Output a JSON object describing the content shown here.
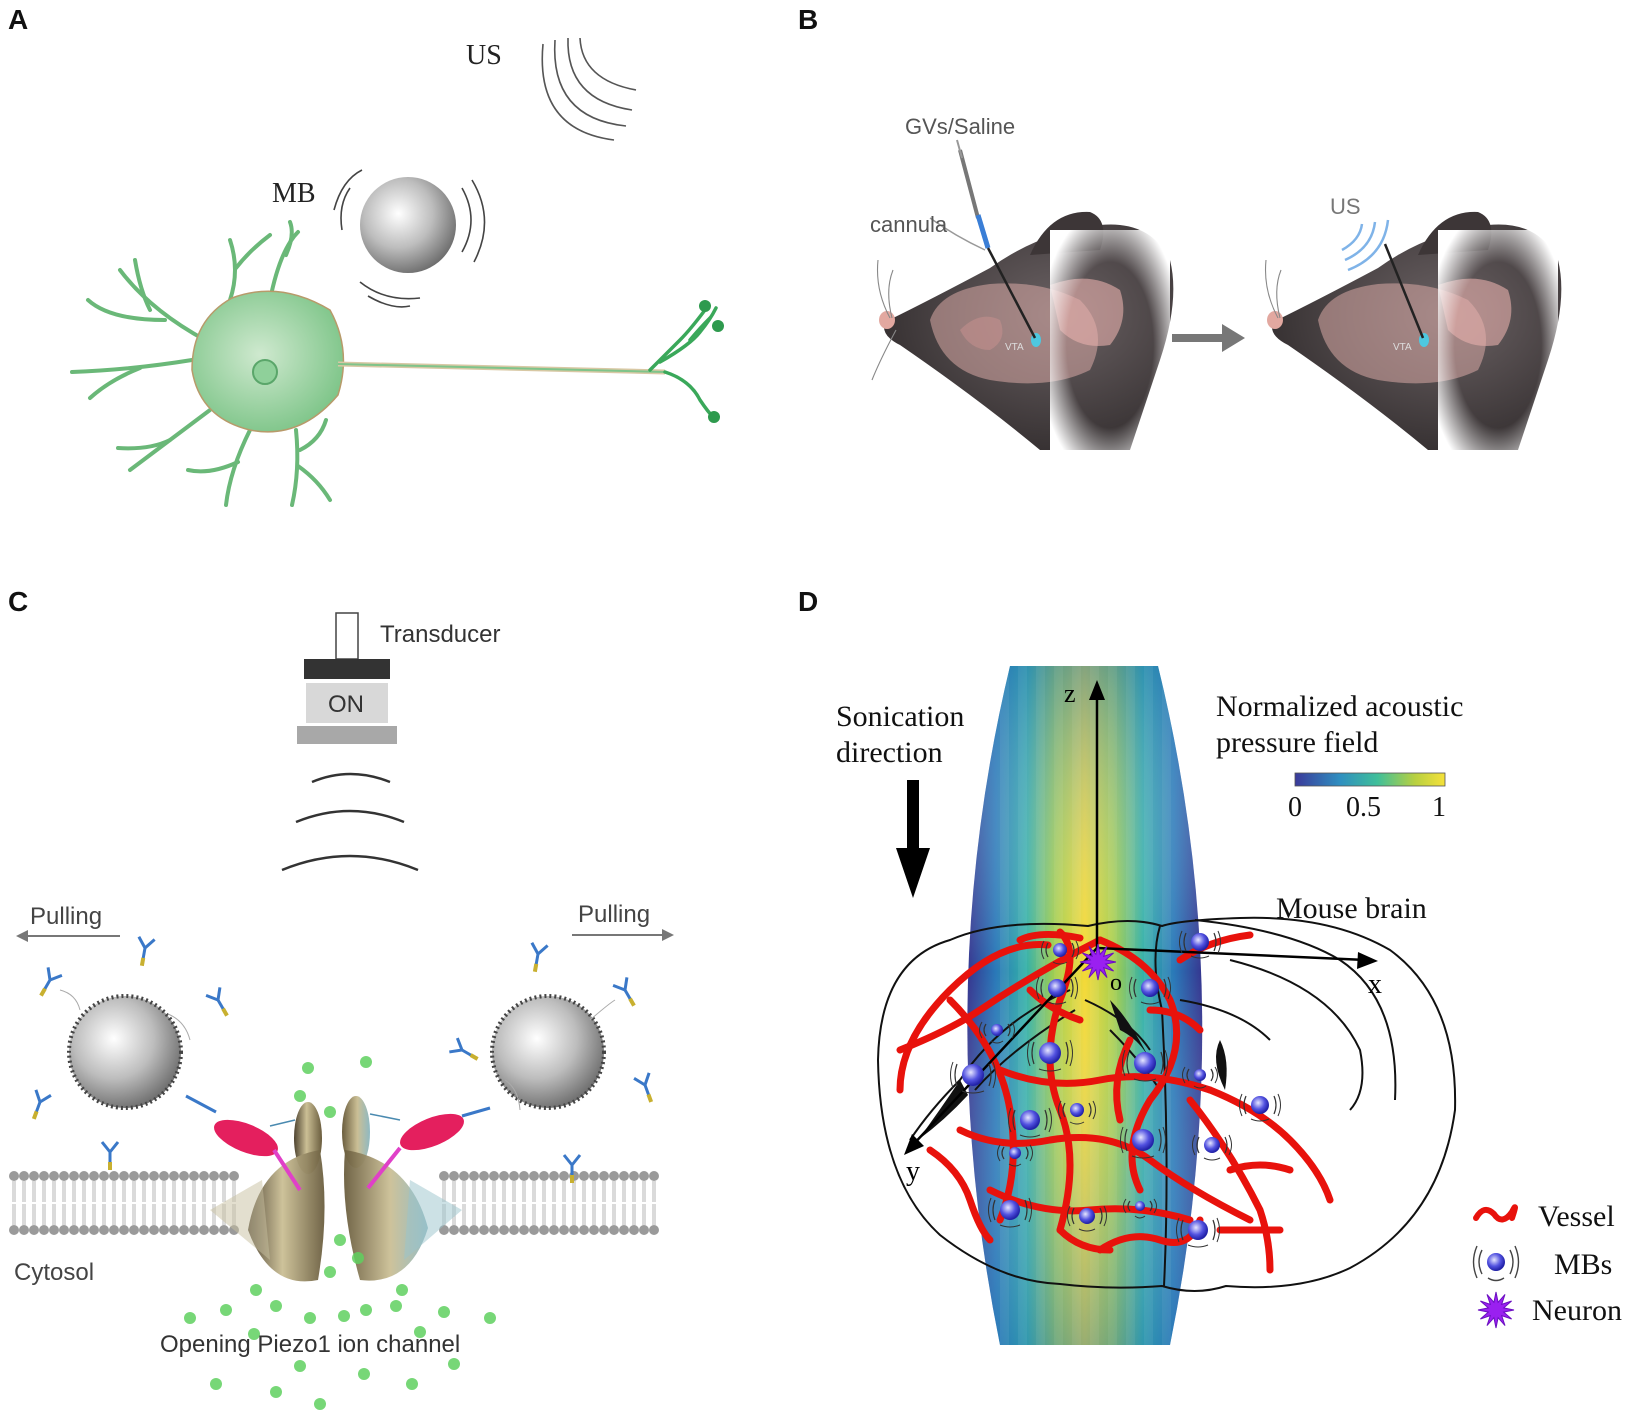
{
  "panels": {
    "a": {
      "letter": "A",
      "us_label": "US",
      "mb_label": "MB"
    },
    "b": {
      "letter": "B",
      "gv_label": "GVs/Saline",
      "cannula_label": "cannula",
      "vta_label": "VTA",
      "us_label": "US"
    },
    "c": {
      "letter": "C",
      "transducer_label": "Transducer",
      "on_label": "ON",
      "pulling_left": "Pulling",
      "pulling_right": "Pulling",
      "cytosol_label": "Cytosol",
      "caption": "Opening Piezo1 ion channel"
    },
    "d": {
      "letter": "D",
      "sonication_line1": "Sonication",
      "sonication_line2": "direction",
      "colorbar_title_line1": "Normalized acoustic",
      "colorbar_title_line2": "pressure field",
      "colorbar_ticks": [
        "0",
        "0.5",
        "1"
      ],
      "colorbar_colors": [
        "#3b3a9a",
        "#2f8fc0",
        "#3fbf9a",
        "#b8d040",
        "#f5e13a"
      ],
      "mouse_brain_label": "Mouse brain",
      "axis_z": "z",
      "axis_x": "x",
      "axis_y": "y",
      "origin": "o",
      "legend": {
        "vessel": "Vessel",
        "mbs": "MBs",
        "neuron": "Neuron"
      },
      "vessel_color": "#e8120c",
      "mb_color": "#3b3bd8",
      "neuron_color": "#9a20f0"
    }
  }
}
